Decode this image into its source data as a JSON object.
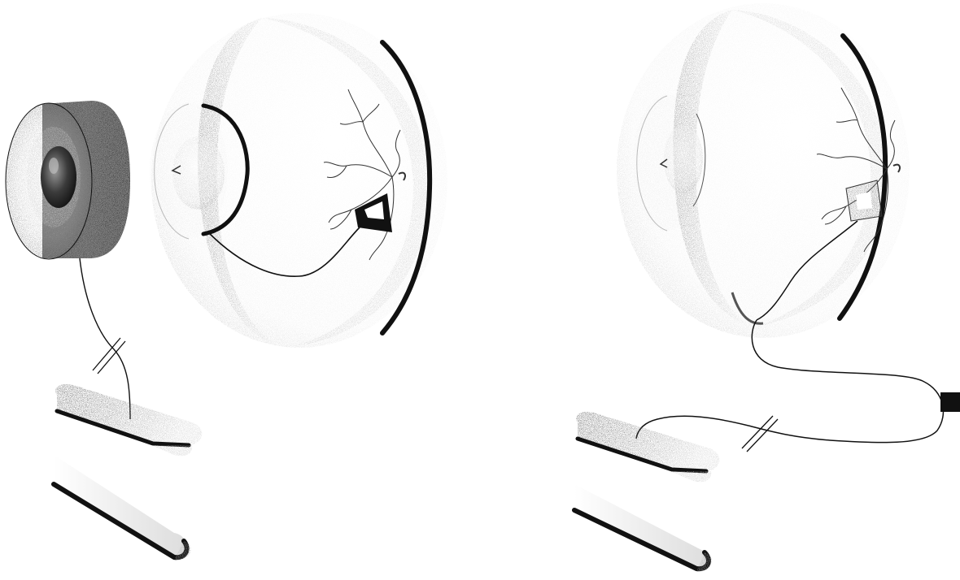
{
  "figure": {
    "panels": [
      {
        "id": "left",
        "components": [
          "external-camera",
          "eyeball-cross-section",
          "lens",
          "retinal-implant",
          "blood-vessels",
          "transmission-cable",
          "receiver-unit"
        ]
      },
      {
        "id": "right",
        "components": [
          "eyeball-cross-section",
          "lens",
          "subretinal-implant",
          "blood-vessels",
          "implant-cable",
          "connector",
          "receiver-unit"
        ]
      }
    ],
    "colors": {
      "ink": "#111111",
      "shade": "#8a8a8a",
      "light_shade": "#d6d6d6",
      "background": "#ffffff"
    }
  }
}
